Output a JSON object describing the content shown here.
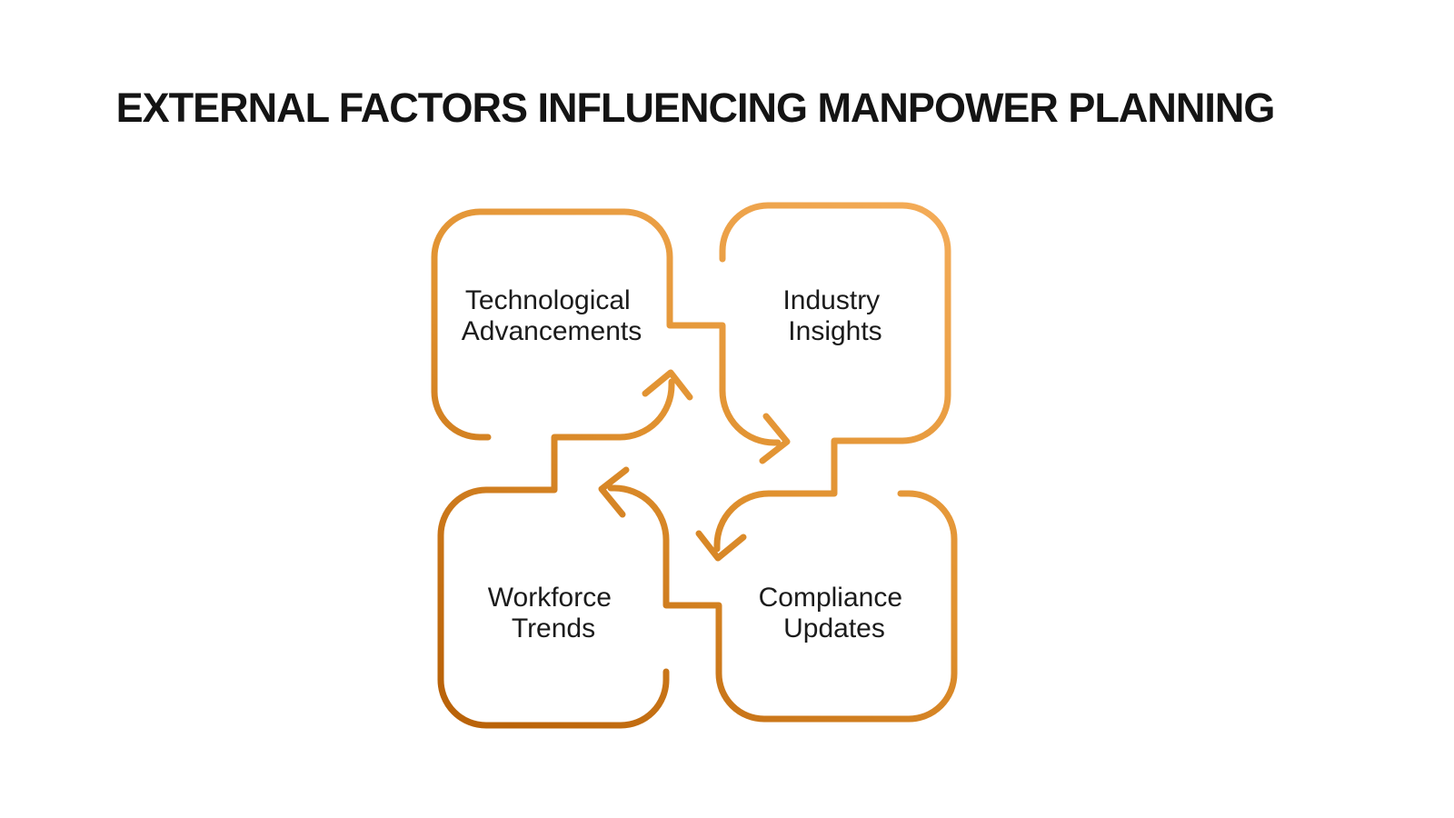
{
  "title": "EXTERNAL FACTORS INFLUENCING MANPOWER PLANNING",
  "diagram": {
    "type": "cycle",
    "boxes": [
      {
        "name": "technological-advancements",
        "position": "top-left",
        "label_lines": [
          "Technological",
          "Advancements"
        ]
      },
      {
        "name": "industry-insights",
        "position": "top-right",
        "label_lines": [
          "Industry",
          "Insights"
        ]
      },
      {
        "name": "workforce-trends",
        "position": "bottom-left",
        "label_lines": [
          "Workforce",
          "Trends"
        ]
      },
      {
        "name": "compliance-updates",
        "position": "bottom-right",
        "label_lines": [
          "Compliance",
          "Updates"
        ]
      }
    ],
    "arrows": [
      {
        "name": "arrow-workforce-to-technological",
        "direction": "up"
      },
      {
        "name": "arrow-technological-to-industry",
        "direction": "right-down"
      },
      {
        "name": "arrow-industry-to-compliance",
        "direction": "down"
      },
      {
        "name": "arrow-compliance-to-workforce",
        "direction": "left-up"
      }
    ]
  },
  "colors": {
    "background": "#FFFFFF",
    "title_text": "#141414",
    "label_text": "#1B1B1B",
    "stroke_gradient_light": "#F3AB57",
    "stroke_gradient_mid": "#E0912F",
    "stroke_gradient_dark": "#BA6309"
  }
}
